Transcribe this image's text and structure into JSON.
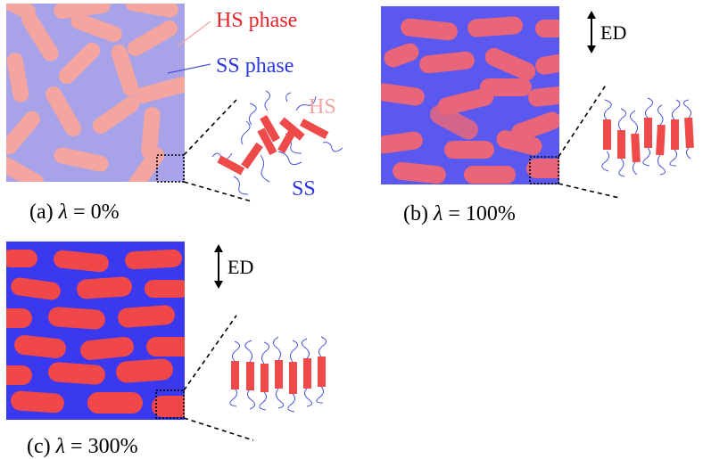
{
  "labels": {
    "hs_phase": "HS phase",
    "ss_phase": "SS phase",
    "hs": "HS",
    "ss": "SS",
    "ed_b": "ED",
    "ed_c": "ED"
  },
  "panels": [
    {
      "id": "a",
      "prefix": "(a) ",
      "symbol": "λ",
      "value": " = 0%"
    },
    {
      "id": "b",
      "prefix": "(b) ",
      "symbol": "λ",
      "value": " = 100%"
    },
    {
      "id": "c",
      "prefix": "(c) ",
      "symbol": "λ",
      "value": " = 300%"
    }
  ],
  "colors": {
    "hs_label": "#e8232b",
    "ss_label": "#2b35e0",
    "hs_pale": "#f4a5a0",
    "ss_pale": "#a8a2e8",
    "hs_strong": "#f04848",
    "ss_strong": "#3b39f0",
    "chain": "#4a55d8",
    "rod": "#ef4a4a"
  }
}
